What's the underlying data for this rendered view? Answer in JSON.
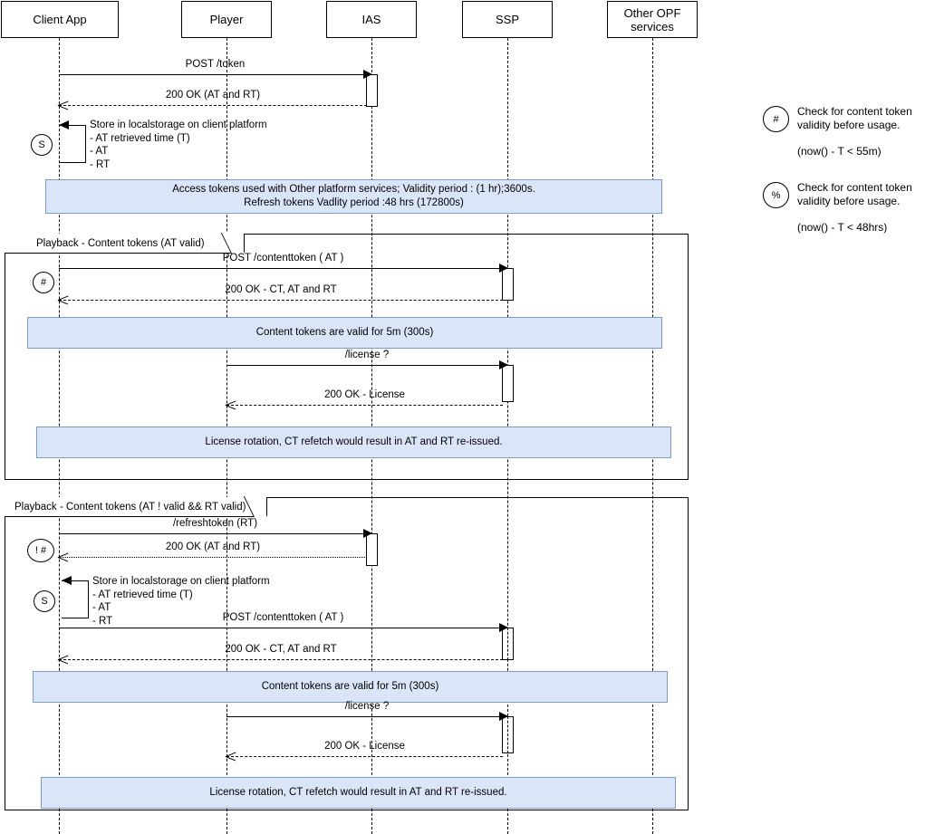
{
  "diagram": {
    "title": "Token lifecycle sequence diagram",
    "note_fill": "#dae5f7",
    "note_stroke": "#7a9cc6"
  },
  "participants": [
    {
      "id": "client",
      "label": "Client App"
    },
    {
      "id": "player",
      "label": "Player"
    },
    {
      "id": "ias",
      "label": "IAS"
    },
    {
      "id": "ssp",
      "label": "SSP"
    },
    {
      "id": "opf",
      "label": "Other OPF\nservices",
      "line1": "Other OPF",
      "line2": "services"
    }
  ],
  "messages": {
    "m1": "POST /token",
    "m2": "200 OK (AT and RT)",
    "m3": "POST /contenttoken ( AT )",
    "m4": "200 OK - CT, AT and RT",
    "m5": "/license ?",
    "m6": "200 OK - License",
    "m7": "/refreshtoken (RT)",
    "m8": "200 OK (AT and RT)",
    "m9": "POST /contenttoken ( AT )",
    "m10": "200 OK - CT, AT and RT",
    "m11": "/license ?",
    "m12": "200 OK - License"
  },
  "self_messages": {
    "store1": {
      "title": "Store in localstorage on client platform",
      "items": [
        "- AT retrieved time (T)",
        "- AT",
        "- RT"
      ]
    },
    "store2": {
      "title": "Store in localstorage on client platform",
      "items": [
        "- AT retrieved time (T)",
        "- AT",
        "- RT"
      ]
    }
  },
  "notes": {
    "n1_line1": "Access tokens used with Other platform services; Validity period : (1 hr);3600s.",
    "n1_line2": "Refresh tokens Vadlity period :48 hrs (172800s)",
    "n2": "Content tokens are valid for 5m (300s)",
    "n3": "License rotation, CT refetch would result in AT and RT re-issued.",
    "n4": "Content tokens are valid for 5m (300s)",
    "n5": "License rotation, CT refetch would result in AT and RT re-issued."
  },
  "fragments": {
    "f1_label": "Playback - Content tokens (AT valid)",
    "f2_label": "Playback - Content tokens (AT ! valid && RT valid)"
  },
  "markers": {
    "s1": "S",
    "hash1": "#",
    "nothash": "! #",
    "s2": "S"
  },
  "legend": [
    {
      "symbol": "#",
      "line1": "Check for content token",
      "line2": "validity before usage.",
      "condition": "(now() - T < 55m)"
    },
    {
      "symbol": "%",
      "line1": "Check for content token",
      "line2": "validity before usage.",
      "condition": "(now() - T <  48hrs)"
    }
  ]
}
